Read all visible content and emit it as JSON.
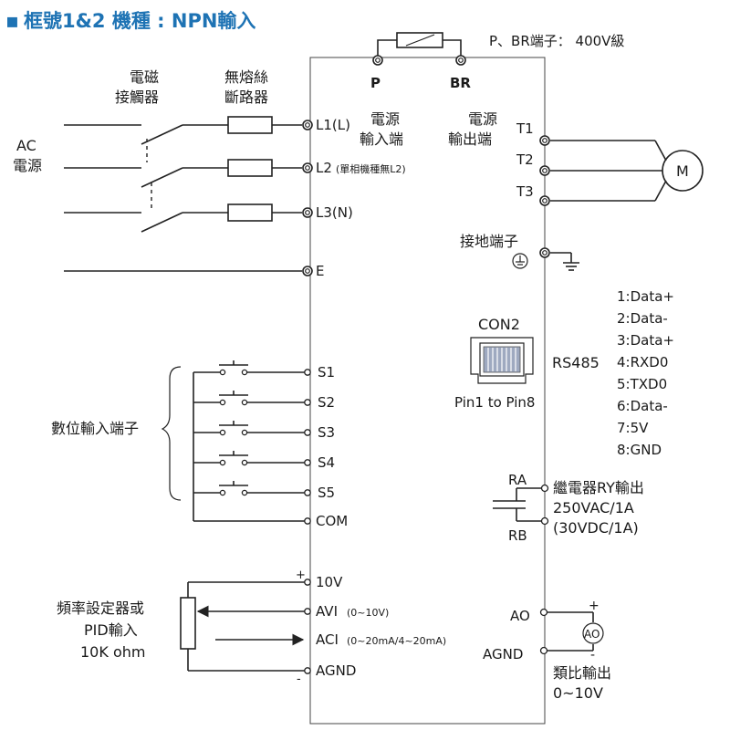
{
  "title": {
    "bullet": "▪",
    "text": "框號1&2 機種 : NPN輸入"
  },
  "top": {
    "pbr_note": "P、BR端子： 400V級",
    "p": "P",
    "br": "BR"
  },
  "left_top": {
    "contactor_1": "電磁",
    "contactor_2": "接觸器",
    "fuse_1": "無熔絲",
    "fuse_2": "斷路器",
    "ac_1": "AC",
    "ac_2": "電源"
  },
  "power_in": {
    "l1": "L1(L)",
    "l2": "L2",
    "l2_note": "(單相機種無L2)",
    "l3": "L3(N)",
    "e": "E",
    "label_1": "電源",
    "label_2": "輸入端"
  },
  "power_out": {
    "label_1": "電源",
    "label_2": "輸出端",
    "t1": "T1",
    "t2": "T2",
    "t3": "T3",
    "motor": "M",
    "ground": "接地端子"
  },
  "digital": {
    "label": "數位輸入端子",
    "inputs": [
      "S1",
      "S2",
      "S3",
      "S4",
      "S5",
      "COM"
    ]
  },
  "con2": {
    "label": "CON2",
    "pin": "Pin1 to Pin8",
    "rs485": "RS485",
    "pins": [
      "1:Data+",
      "2:Data-",
      "3:Data+",
      "4:RXD0",
      "5:TXD0",
      "6:Data-",
      "7:5V",
      "8:GND"
    ]
  },
  "relay": {
    "ra": "RA",
    "rb": "RB",
    "line1": "繼電器RY輸出",
    "line2": "250VAC/1A",
    "line3": "(30VDC/1A)"
  },
  "analog_in": {
    "v10": "10V",
    "avi": "AVI",
    "avi_note": "(0~10V)",
    "aci": "ACI",
    "aci_note": "(0~20mA/4~20mA)",
    "agnd": "AGND",
    "plus": "+",
    "minus": "-",
    "pot_1": "頻率設定器或",
    "pot_2": "PID輸入",
    "pot_3": "10K ohm"
  },
  "analog_out": {
    "ao": "AO",
    "agnd": "AGND",
    "meter": "AO",
    "plus": "+",
    "minus": "-",
    "label_1": "類比輸出",
    "label_2": "0~10V"
  }
}
